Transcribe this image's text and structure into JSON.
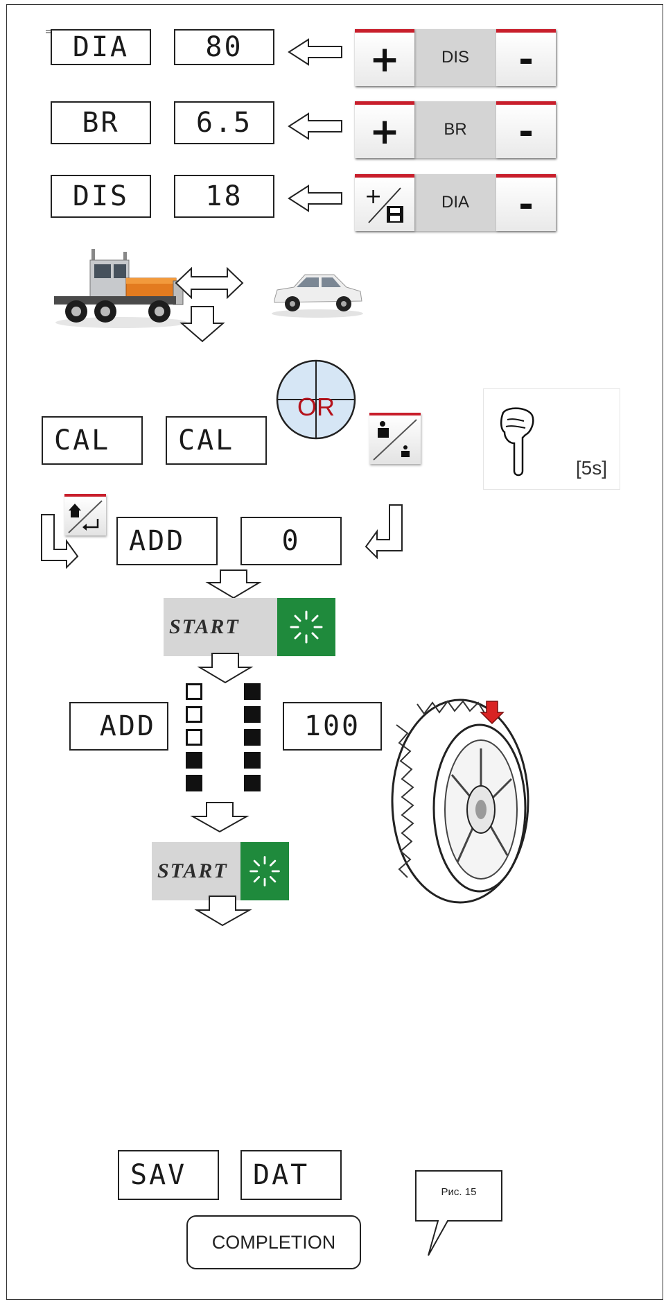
{
  "figure_label": "Рис. 15",
  "rows": [
    {
      "param": "DIA",
      "value": "80",
      "keypad": {
        "left_key": "+",
        "label": "DIS",
        "right_key": "-"
      }
    },
    {
      "param": "BR",
      "value": "6.5",
      "keypad": {
        "left_key": "+",
        "label": "BR",
        "right_key": "-"
      }
    },
    {
      "param": "DIS",
      "value": "18",
      "keypad": {
        "left_key": "+/save",
        "label": "DIA",
        "right_key": "-"
      }
    }
  ],
  "calibration": {
    "display_left": "CAL",
    "display_right": "CAL",
    "or_label": "OR",
    "hold_time": "[5s]"
  },
  "add_step": {
    "display_left": "ADD",
    "display_right": "0"
  },
  "start_label": "START",
  "weight_step": {
    "display_left": "ADD",
    "display_right": "100",
    "left_column_filled": [
      false,
      false,
      false,
      true,
      true
    ],
    "right_column_filled": [
      true,
      true,
      true,
      true,
      true
    ]
  },
  "save_step": {
    "display_left": "SAV",
    "display_right": "DAT"
  },
  "completion_label": "COMPLETION",
  "icons": {
    "vehicle_1": "truck-icon",
    "vehicle_2": "car-icon",
    "hand": "pointing-hand-icon",
    "wheel": "tire-wheel-icon",
    "mode_button": "truck-car-mode-icon",
    "home_button": "home-enter-icon"
  },
  "colors": {
    "key_accent": "#c81e2b",
    "start_green": "#1f8a3c",
    "or_circle": "#d6e6f5",
    "or_text": "#b5121b"
  }
}
